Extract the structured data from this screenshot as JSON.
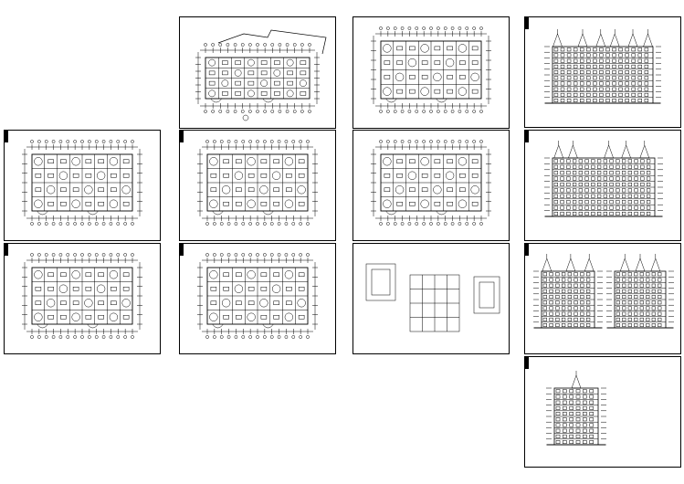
{
  "sheets": [
    {
      "id": "s1",
      "kind": "plan",
      "caption": ""
    },
    {
      "id": "s2",
      "kind": "plan",
      "caption": ""
    },
    {
      "id": "s3",
      "kind": "site-plan",
      "caption": ""
    },
    {
      "id": "s4",
      "kind": "plan",
      "caption": ""
    },
    {
      "id": "s5",
      "kind": "plan",
      "caption": ""
    },
    {
      "id": "s6",
      "kind": "plan",
      "caption": ""
    },
    {
      "id": "s7",
      "kind": "plan",
      "caption": ""
    },
    {
      "id": "s8",
      "kind": "details",
      "caption": ""
    },
    {
      "id": "s9",
      "kind": "elevation",
      "caption": ""
    },
    {
      "id": "s10",
      "kind": "elevation",
      "caption": ""
    },
    {
      "id": "s11",
      "kind": "elevation-pair",
      "caption": ""
    },
    {
      "id": "s12",
      "kind": "section",
      "caption": ""
    }
  ]
}
